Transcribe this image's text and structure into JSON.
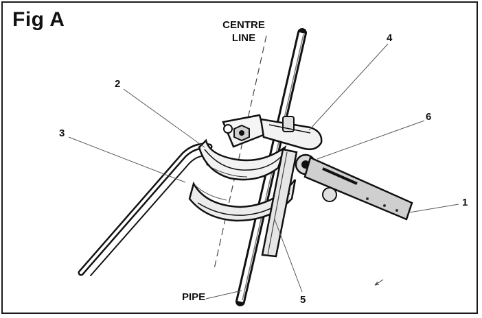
{
  "figure": {
    "title": "Fig A",
    "centre_line_label": [
      "CENTRE",
      "LINE"
    ],
    "pipe_label": "PIPE",
    "callouts": {
      "one": "1",
      "two": "2",
      "three": "3",
      "four": "4",
      "five": "5",
      "six": "6"
    },
    "line_color": "#111111"
  }
}
